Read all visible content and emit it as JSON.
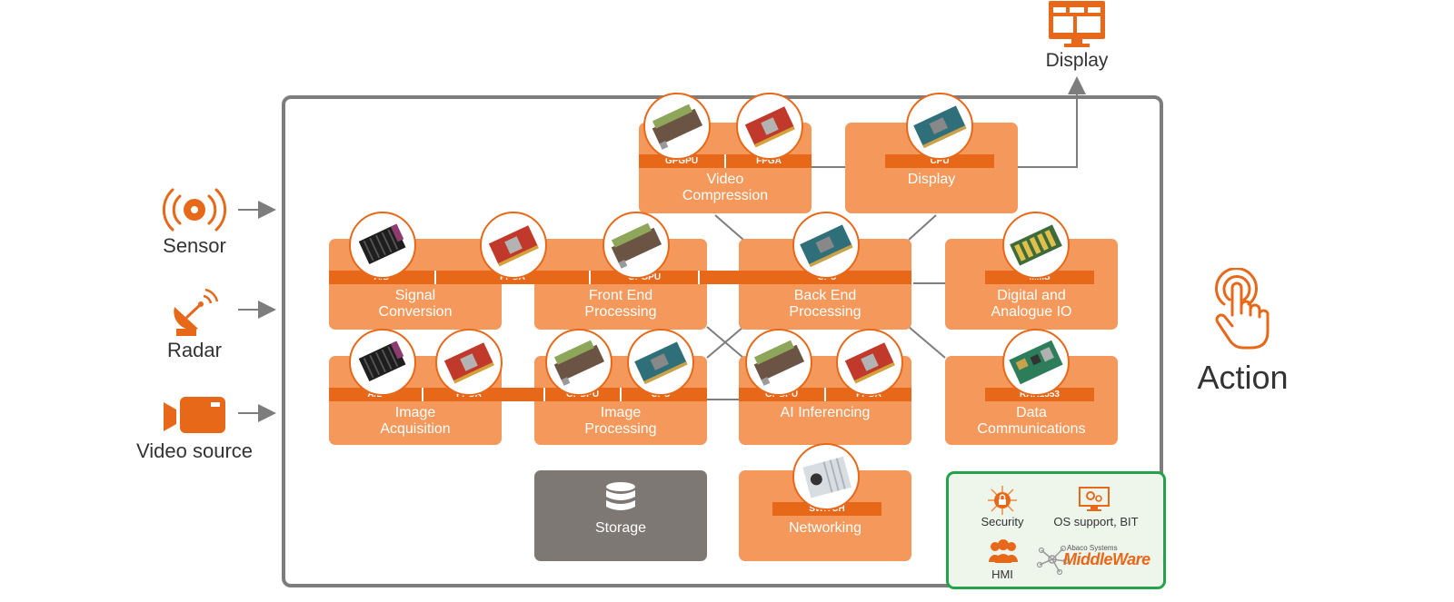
{
  "inputs": {
    "sensor": "Sensor",
    "radar": "Radar",
    "video": "Video source"
  },
  "outputs": {
    "display": "Display",
    "action": "Action"
  },
  "modules": {
    "video_compression": {
      "title1": "Video",
      "title2": "Compression",
      "tag1": "GPGPU",
      "tag2": "FPGA"
    },
    "display": {
      "title1": "Display",
      "tag1": "CPU"
    },
    "signal_conversion": {
      "title1": "Signal",
      "title2": "Conversion",
      "tag1": "A/D",
      "tag2": "FPGA"
    },
    "front_end": {
      "title1": "Front End",
      "title2": "Processing",
      "tag1": "GPGPU"
    },
    "back_end": {
      "title1": "Back End",
      "title2": "Processing",
      "tag1": "CPU"
    },
    "digital_io": {
      "title1": "Digital and",
      "title2": "Analogue IO",
      "tag1": "MMS"
    },
    "image_acquisition": {
      "title1": "Image",
      "title2": "Acquisition",
      "tag1": "A/D",
      "tag2": "FPGA"
    },
    "image_processing": {
      "title1": "Image",
      "title2": "Processing",
      "tag1": "GPGPU",
      "tag2": "CPU"
    },
    "ai_inferencing": {
      "title1": "AI Inferencing",
      "tag1": "GPGPU",
      "tag2": "FPGA"
    },
    "data_comms": {
      "title1": "Data",
      "title2": "Communications",
      "tag1": "RAR1553"
    },
    "storage": {
      "title1": "Storage"
    },
    "networking": {
      "title1": "Networking",
      "tag1": "SWITCH"
    }
  },
  "middleware": {
    "security": "Security",
    "os_support": "OS support, BIT",
    "hmi": "HMI",
    "logo_small": "Abaco Systems",
    "logo_big": "MiddleWare"
  },
  "colors": {
    "module": "#f4995b",
    "tag_bar": "#e8681a",
    "icon_orange": "#e8681a",
    "frame": "#7d7d7d",
    "storage": "#7e7874",
    "middleware_border": "#22a349",
    "middleware_bg": "#eef5ea"
  }
}
